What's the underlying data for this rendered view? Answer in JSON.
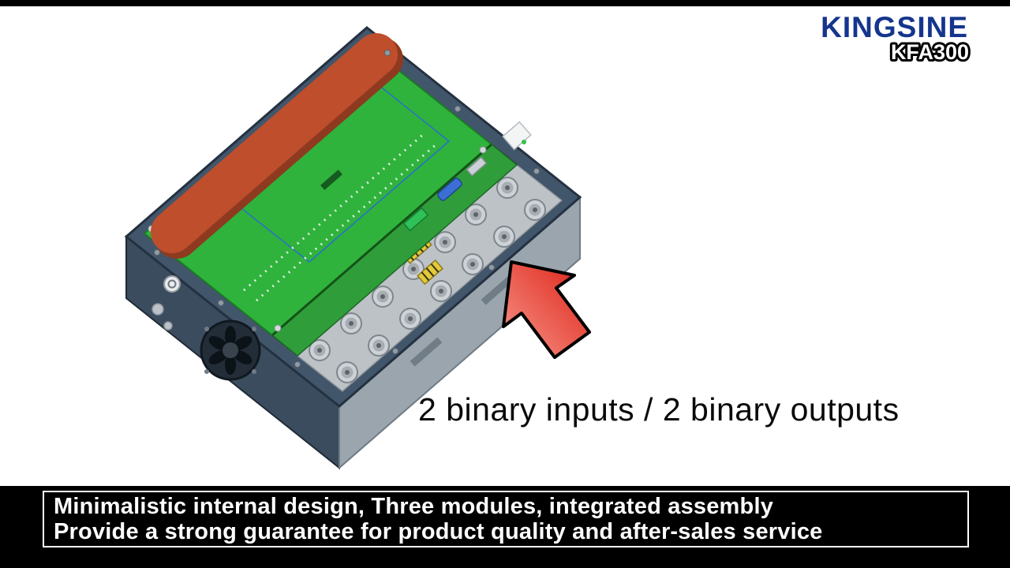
{
  "brand": {
    "logo_text": "KINGSINE",
    "model": "KFA300",
    "logo_color": "#15358d"
  },
  "annotation": {
    "caption": "2 binary inputs / 2 binary outputs",
    "arrow_color": "#dd1f14"
  },
  "banner": {
    "line1": "Minimalistic internal design, Three modules, integrated assembly",
    "line2": "Provide a strong guarantee for product quality and after-sales service"
  },
  "illustration": {
    "name": "kfa300-internal-3d-render",
    "colors": {
      "case": "#42566b",
      "side_panel": "#3a4c5e",
      "metal_panel": "#9aa5ae",
      "pcb_green": "#2fb33c",
      "orange_module": "#bf4e2c",
      "terminal_silver": "#cdd2d6"
    }
  }
}
